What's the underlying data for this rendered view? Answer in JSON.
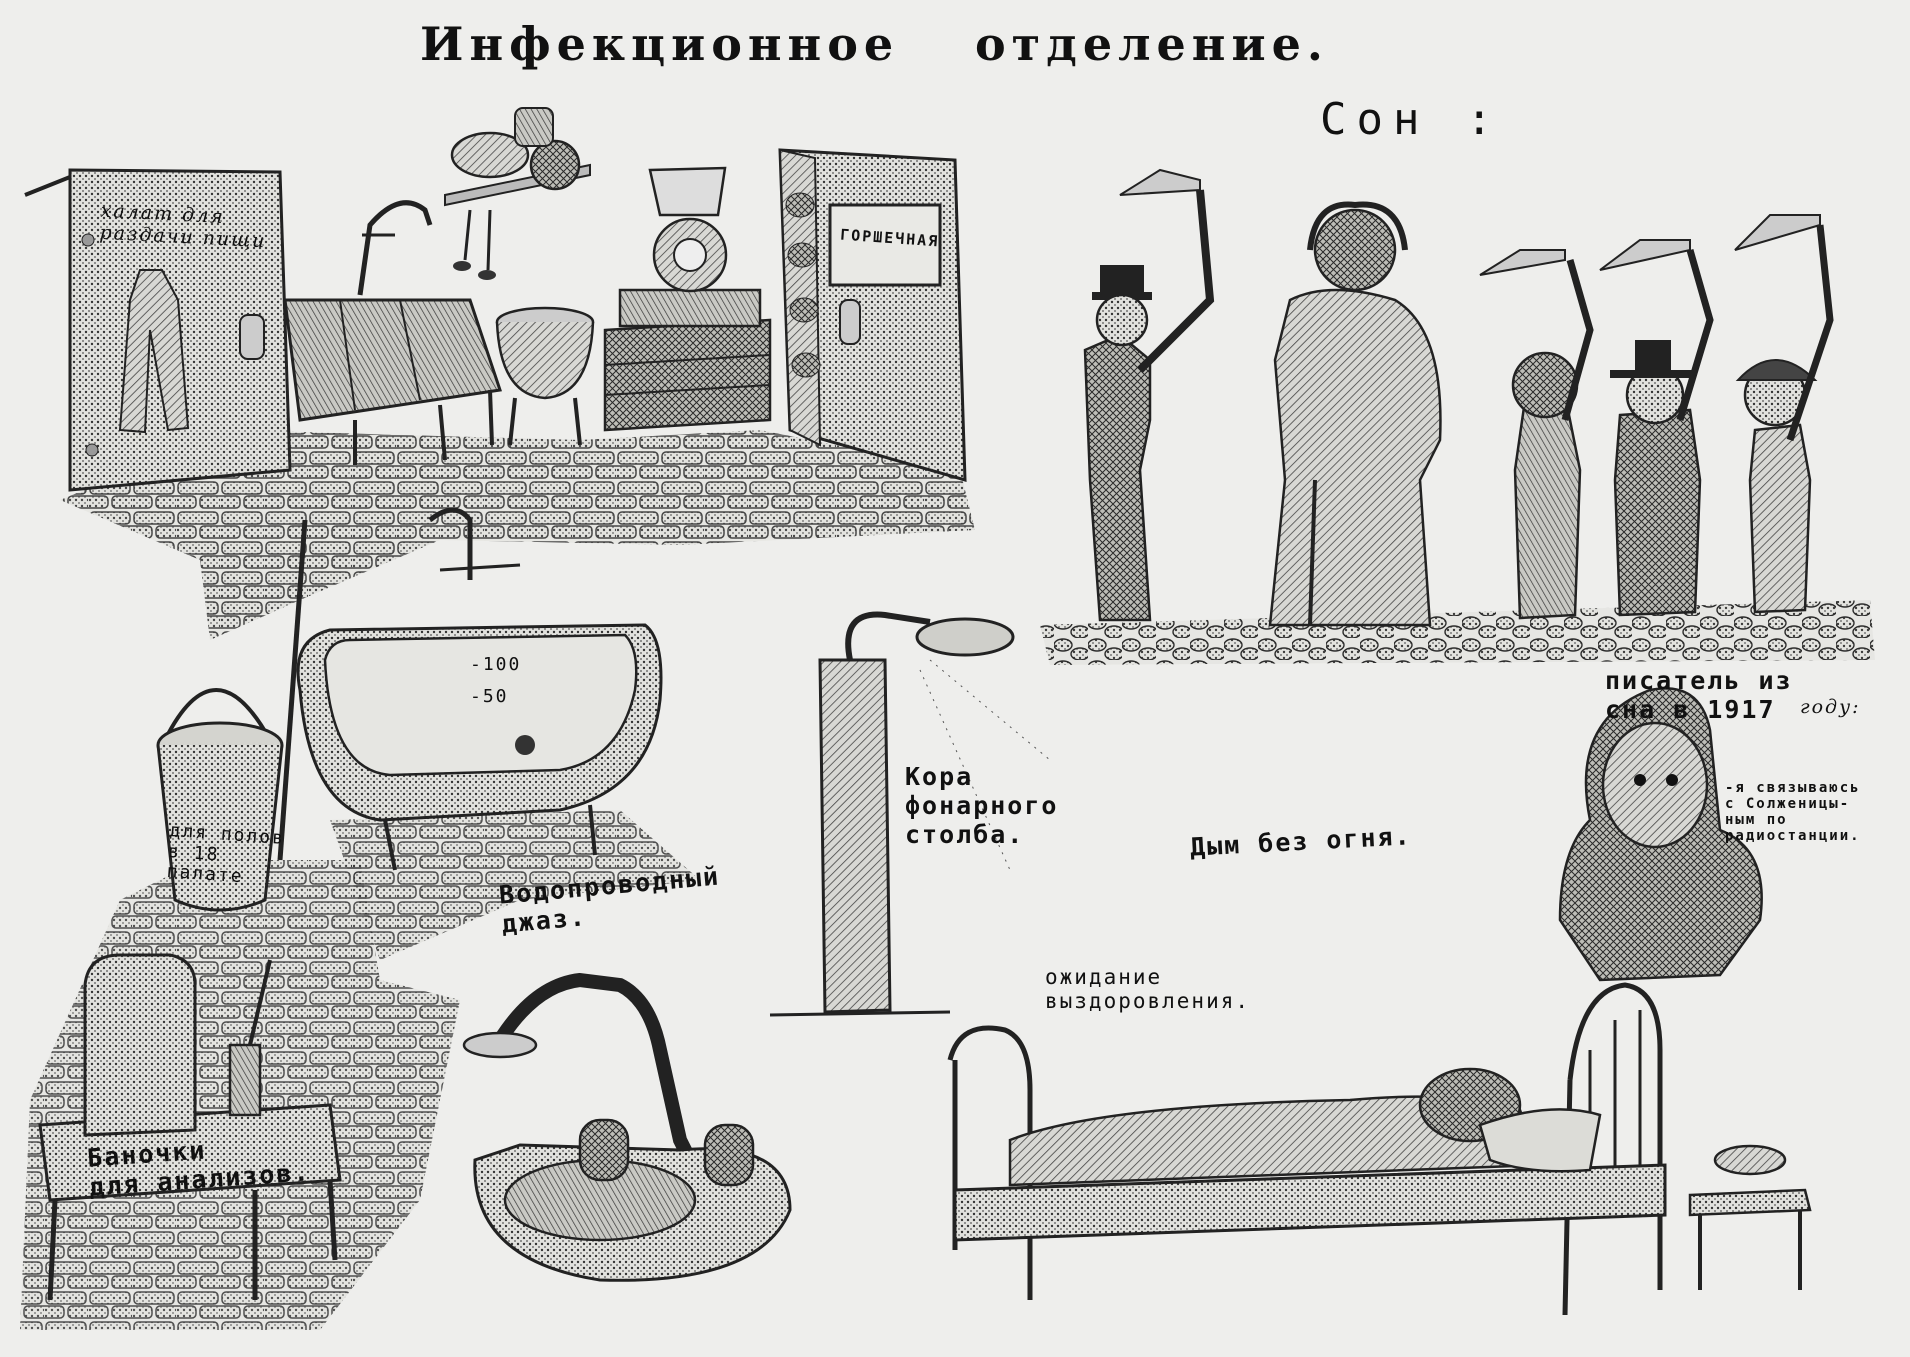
{
  "title_left": "Инфекционное",
  "title_right": "отделение.",
  "dream_heading": "Сон :",
  "labels": {
    "robe_sign": "халат для\nраздачи пищи",
    "pot_room_sign": "ГОРШЕЧНАЯ",
    "bucket_text": "для полов\nв 18\nпалате",
    "bath_marks": [
      "-100",
      "-50"
    ],
    "bark_caption": "Кора\nфонарного\nстолба.",
    "water_jazz_caption": "Водопроводный\nджаз.",
    "smoke_caption": "Дым без огня.",
    "writer_caption": "писатель из\nсна в 1917",
    "writer_caption_suffix": "году:",
    "writer_speech": "-я связываюсь\nс Солженицы-\nным по\nрадиостанции.",
    "waiting_caption": "ожидание\nвыздоровления.",
    "jars_caption": "Баночки\nдля анализов."
  }
}
